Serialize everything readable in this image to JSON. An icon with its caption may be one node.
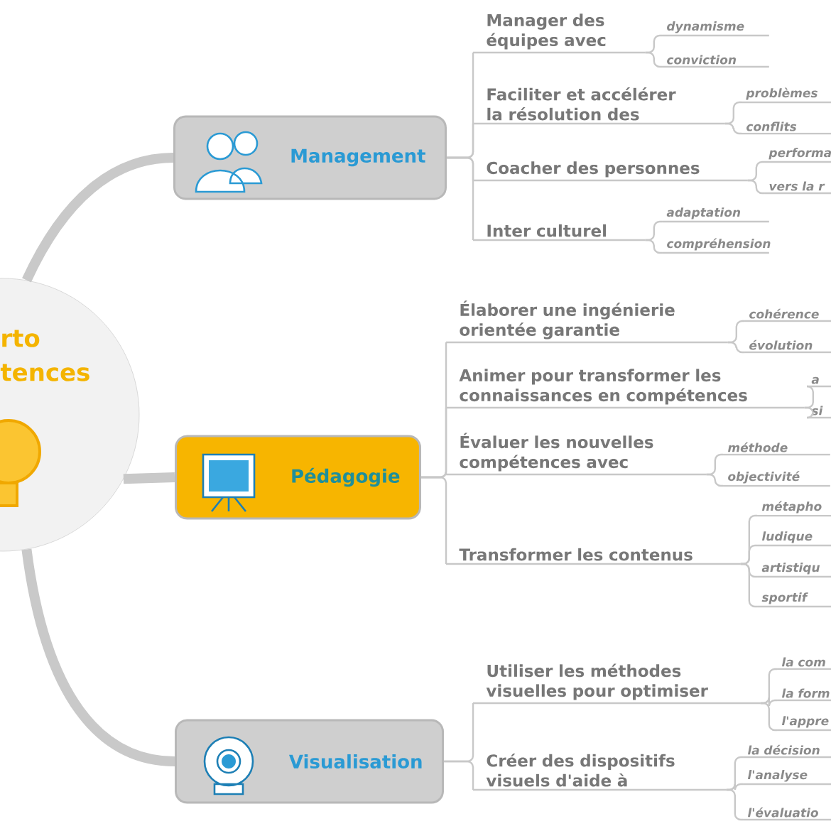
{
  "diagram": {
    "nodes": [
      {
        "text": [
          "rto tences"
        ]
      },
      {
        "text": [
          "Management"
        ]
      },
      {
        "text": [
          "Pédagogie"
        ]
      },
      {
        "text": [
          "Visualisation"
        ]
      },
      {
        "text": [
          "Manager des équipes avec"
        ]
      },
      {
        "text": [
          "Faciliter et accélérer la résolution des"
        ]
      },
      {
        "text": [
          "Coacher des personnes"
        ]
      },
      {
        "text": [
          "Inter culturel"
        ]
      },
      {
        "text": [
          "Élaborer une ingénierie orientée garantie"
        ]
      },
      {
        "text": [
          "Animer pour transformer les connaissances en compétences"
        ]
      },
      {
        "text": [
          "Évaluer les nouvelles compétences avec"
        ]
      },
      {
        "text": [
          "Transformer les contenus"
        ]
      },
      {
        "text": [
          "Utiliser les méthodes visuelles pour optimiser"
        ]
      },
      {
        "text": [
          "Créer des dispositifs visuels d'aide à"
        ]
      },
      {
        "text": [
          "dynamisme"
        ]
      },
      {
        "text": [
          "conviction"
        ]
      },
      {
        "text": [
          "problèmes"
        ]
      },
      {
        "text": [
          "conflits"
        ]
      },
      {
        "text": [
          "performa"
        ]
      },
      {
        "text": [
          "vers la r"
        ]
      },
      {
        "text": [
          "adaptation"
        ]
      },
      {
        "text": [
          "compréhension"
        ]
      },
      {
        "text": [
          "cohérence"
        ]
      },
      {
        "text": [
          "évolution"
        ]
      },
      {
        "text": [
          "a"
        ]
      },
      {
        "text": [
          "si"
        ]
      },
      {
        "text": [
          "méthode"
        ]
      },
      {
        "text": [
          "objectivité"
        ]
      },
      {
        "text": [
          "métapho"
        ]
      },
      {
        "text": [
          "ludique"
        ]
      },
      {
        "text": [
          "artistiqu"
        ]
      },
      {
        "text": [
          "sportif"
        ]
      },
      {
        "text": [
          "la com"
        ]
      },
      {
        "text": [
          "la form"
        ]
      },
      {
        "text": [
          "l'appre"
        ]
      },
      {
        "text": [
          "la décision"
        ]
      },
      {
        "text": [
          "l'analyse"
        ]
      },
      {
        "text": [
          "l'évaluatio"
        ]
      }
    ],
    "edges": [
      {
        "from": 0,
        "to": 1,
        "arrow": "none",
        "style": "thick"
      },
      {
        "from": 0,
        "to": 2,
        "arrow": "none",
        "style": "thick"
      },
      {
        "from": 0,
        "to": 3,
        "arrow": "none",
        "style": "thick"
      },
      {
        "from": 1,
        "to": 4,
        "arrow": "none"
      },
      {
        "from": 1,
        "to": 5,
        "arrow": "none"
      },
      {
        "from": 1,
        "to": 6,
        "arrow": "none"
      },
      {
        "from": 1,
        "to": 7,
        "arrow": "none"
      },
      {
        "from": 2,
        "to": 8,
        "arrow": "none"
      },
      {
        "from": 2,
        "to": 9,
        "arrow": "none"
      },
      {
        "from": 2,
        "to": 10,
        "arrow": "none"
      },
      {
        "from": 2,
        "to": 11,
        "arrow": "none"
      },
      {
        "from": 3,
        "to": 12,
        "arrow": "none"
      },
      {
        "from": 3,
        "to": 13,
        "arrow": "none"
      },
      {
        "from": 4,
        "to": 14,
        "arrow": "none"
      },
      {
        "from": 4,
        "to": 15,
        "arrow": "none"
      },
      {
        "from": 5,
        "to": 16,
        "arrow": "none"
      },
      {
        "from": 5,
        "to": 17,
        "arrow": "none"
      },
      {
        "from": 6,
        "to": 18,
        "arrow": "none"
      },
      {
        "from": 6,
        "to": 19,
        "arrow": "none"
      },
      {
        "from": 7,
        "to": 20,
        "arrow": "none"
      },
      {
        "from": 7,
        "to": 21,
        "arrow": "none"
      },
      {
        "from": 8,
        "to": 22,
        "arrow": "none"
      },
      {
        "from": 8,
        "to": 23,
        "arrow": "none"
      },
      {
        "from": 9,
        "to": 24,
        "arrow": "none"
      },
      {
        "from": 9,
        "to": 25,
        "arrow": "none"
      },
      {
        "from": 10,
        "to": 26,
        "arrow": "none"
      },
      {
        "from": 10,
        "to": 27,
        "arrow": "none"
      },
      {
        "from": 11,
        "to": 28,
        "arrow": "none"
      },
      {
        "from": 11,
        "to": 29,
        "arrow": "none"
      },
      {
        "from": 11,
        "to": 30,
        "arrow": "none"
      },
      {
        "from": 11,
        "to": 31,
        "arrow": "none"
      },
      {
        "from": 12,
        "to": 32,
        "arrow": "none"
      },
      {
        "from": 12,
        "to": 33,
        "arrow": "none"
      },
      {
        "from": 12,
        "to": 34,
        "arrow": "none"
      },
      {
        "from": 13,
        "to": 35,
        "arrow": "none"
      },
      {
        "from": 13,
        "to": 36,
        "arrow": "none"
      },
      {
        "from": 13,
        "to": 37,
        "arrow": "none"
      }
    ]
  }
}
